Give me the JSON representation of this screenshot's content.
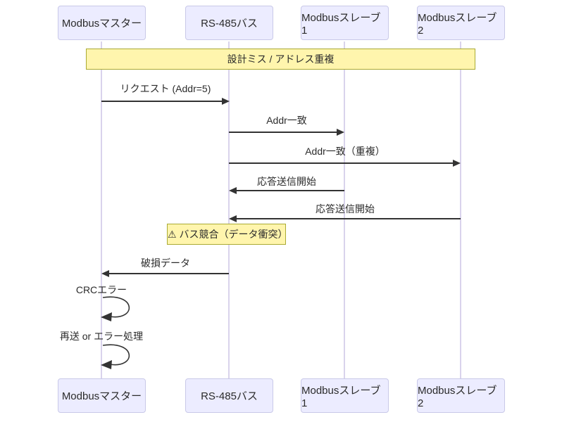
{
  "participants": [
    {
      "name": "Modbusマスター"
    },
    {
      "name": "RS-485バス"
    },
    {
      "name": "Modbusスレーブ 1"
    },
    {
      "name": "Modbusスレーブ 2"
    }
  ],
  "notes": [
    {
      "text": "設計ミス / アドレス重複",
      "over": "Modbusマスター, RS-485バス, Modbusスレーブ 1, Modbusスレーブ 2"
    },
    {
      "text": "⚠ バス競合（データ衝突）",
      "over": "RS-485バス"
    }
  ],
  "messages": [
    {
      "from": "Modbusマスター",
      "to": "RS-485バス",
      "label": "リクエスト (Addr=5)"
    },
    {
      "from": "RS-485バス",
      "to": "Modbusスレーブ 1",
      "label": "Addr一致"
    },
    {
      "from": "RS-485バス",
      "to": "Modbusスレーブ 2",
      "label": "Addr一致（重複）"
    },
    {
      "from": "Modbusスレーブ 1",
      "to": "RS-485バス",
      "label": "応答送信開始"
    },
    {
      "from": "Modbusスレーブ 2",
      "to": "RS-485バス",
      "label": "応答送信開始"
    },
    {
      "from": "RS-485バス",
      "to": "Modbusマスター",
      "label": "破損データ"
    },
    {
      "from": "Modbusマスター",
      "to": "Modbusマスター",
      "label": "CRCエラー",
      "self": true
    },
    {
      "from": "Modbusマスター",
      "to": "Modbusマスター",
      "label": "再送 or エラー処理",
      "self": true
    }
  ],
  "colors": {
    "actor_fill": "#ECECFF",
    "actor_border": "#C9C9E8",
    "note_fill": "#FFF5AD",
    "note_border": "#AAAA33",
    "lifeline": "#D9D3EC",
    "arrow": "#333333",
    "text": "#333333",
    "background": "#FFFFFF"
  }
}
